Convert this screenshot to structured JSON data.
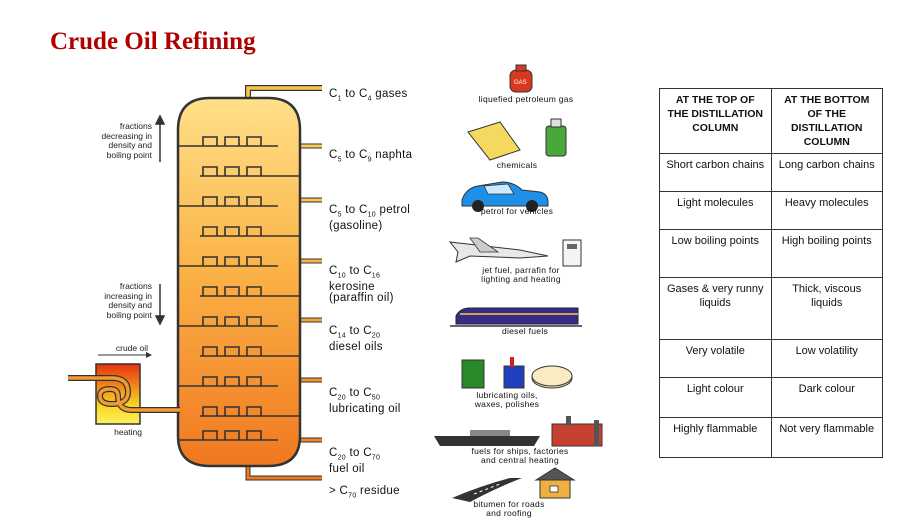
{
  "title": "Crude Oil Refining",
  "arrows": {
    "top_label": "fractions\ndecreasing in\ndensity and\nboiling point",
    "bottom_label": "fractions\nincreasing in\ndensity and\nboiling point"
  },
  "crude_oil_label": "crude oil",
  "heating_label": "heating",
  "fractions": [
    {
      "formula_a": "C",
      "sub_a": "1",
      "to": " to ",
      "formula_b": "C",
      "sub_b": "4",
      "name": " gases",
      "name2": "",
      "product": "liquefied petroleum gas",
      "product2": "",
      "icon": "gas-cylinder-icon"
    },
    {
      "formula_a": "C",
      "sub_a": "5",
      "to": " to ",
      "formula_b": "C",
      "sub_b": "9",
      "name": " naphta",
      "name2": "",
      "product": "chemicals",
      "product2": "",
      "icon": "chemicals-icon"
    },
    {
      "formula_a": "C",
      "sub_a": "5",
      "to": " to ",
      "formula_b": "C",
      "sub_b": "10",
      "name": " petrol",
      "name2": "(gasoline)",
      "product": "petrol for vehicles",
      "product2": "",
      "icon": "car-icon"
    },
    {
      "formula_a": "C",
      "sub_a": "10",
      "to": " to ",
      "formula_b": "C",
      "sub_b": "16",
      "name": "",
      "name2": "kerosine\n(paraffin oil)",
      "product": "jet fuel, parrafin for",
      "product2": "lighting and heating",
      "icon": "jet-plane-icon"
    },
    {
      "formula_a": "C",
      "sub_a": "14",
      "to": " to ",
      "formula_b": "C",
      "sub_b": "20",
      "name": "",
      "name2": "diesel oils",
      "product": "diesel fuels",
      "product2": "",
      "icon": "train-icon"
    },
    {
      "formula_a": "C",
      "sub_a": "20",
      "to": " to ",
      "formula_b": "C",
      "sub_b": "50",
      "name": "",
      "name2": "lubricating oil",
      "product": "lubricating oils,",
      "product2": "waxes, polishes",
      "icon": "oil-cans-icon"
    },
    {
      "formula_a": "C",
      "sub_a": "20",
      "to": " to ",
      "formula_b": "C",
      "sub_b": "70",
      "name": "",
      "name2": "fuel oil",
      "product": "fuels for ships, factories",
      "product2": "and central heating",
      "icon": "ship-factory-icon"
    },
    {
      "formula_a": "> C",
      "sub_a": "70",
      "to": "",
      "formula_b": "",
      "sub_b": "",
      "name": " residue",
      "name2": "",
      "product": "bitumen for roads",
      "product2": "and roofing",
      "icon": "road-house-icon"
    }
  ],
  "table": {
    "headers": [
      "AT THE TOP OF THE DISTILLATION COLUMN",
      "AT THE BOTTOM OF THE DISTILLATION COLUMN"
    ],
    "rows": [
      [
        "Short carbon chains",
        "Long carbon chains"
      ],
      [
        "Light molecules",
        "Heavy molecules"
      ],
      [
        "Low boiling points",
        "High boiling points"
      ],
      [
        "Gases & very runny liquids",
        "Thick, viscous liquids"
      ],
      [
        "Very volatile",
        "Low volatility"
      ],
      [
        "Light colour",
        "Dark colour"
      ],
      [
        "Highly flammable",
        "Not very flammable"
      ]
    ]
  },
  "colors": {
    "title": "#b00000",
    "column_top": "#ffe08a",
    "column_bottom": "#f07820",
    "pipe": "#f7b62a"
  }
}
